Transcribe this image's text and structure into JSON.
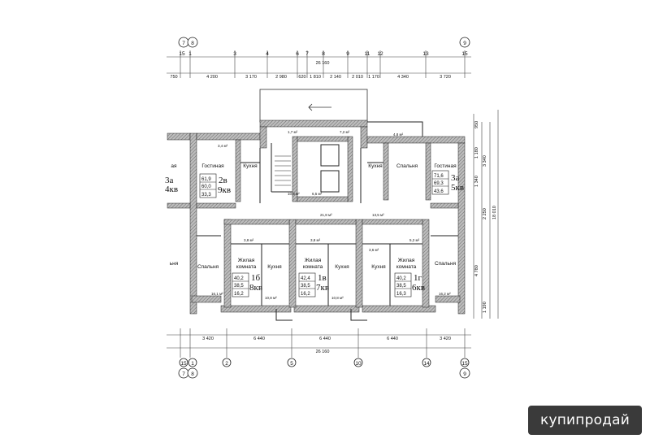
{
  "dims_top_overall": "26 160",
  "dims_top_row": [
    "750",
    "4 200",
    "3 170",
    "2 980",
    "620",
    "1 810",
    "2 140",
    "2 010",
    "1 170",
    "4 340",
    "3 720"
  ],
  "dims_bottom_row": [
    "3 420",
    "6 440",
    "6 440",
    "6 440",
    "3 420"
  ],
  "dims_bottom_overall": "26 160",
  "dims_right": [
    "950",
    "1 180",
    "1 340",
    "2 250",
    "3 340",
    "4 780",
    "1 190",
    "18 010"
  ],
  "axes_top": [
    "15",
    "1",
    "3",
    "4",
    "6",
    "7",
    "8",
    "9",
    "11",
    "12",
    "13",
    "15"
  ],
  "axes_bottom": [
    "15",
    "1",
    "2",
    "5",
    "10",
    "14",
    "15"
  ],
  "axes_corner": [
    "7",
    "8",
    "9"
  ],
  "rooms": {
    "living_2v": "Гостиная",
    "kitchen_2v": "Кухня",
    "kitchen_3a": "Кухня",
    "bedroom_3a": "Спальня",
    "living_3a": "Гостиная",
    "bedroom_left": "Спальня",
    "bedroom_right": "Спальня",
    "kitchen_1b": "Кухня",
    "kitchen_1v": "Кухня",
    "kitchen_1g": "Кухня",
    "living_1b_1": "Жилая",
    "living_1b_2": "комната",
    "living_1v_1": "Жилая",
    "living_1v_2": "комната",
    "living_1g_1": "Жилая",
    "living_1g_2": "комната",
    "left_cut_living": "ая",
    "left_cut_bedroom": "ьня",
    "left_cut_apt": "3а",
    "left_cut_num": "4кв"
  },
  "apartments": {
    "a2v": {
      "type": "2в",
      "num": "9кв",
      "areas": [
        "61,9",
        "60,0",
        "33,3"
      ]
    },
    "a3a": {
      "type": "3а",
      "num": "5кв",
      "areas": [
        "71,6",
        "69,3",
        "43,6"
      ]
    },
    "a1b": {
      "type": "1б",
      "num": "8кв",
      "areas": [
        "40,2",
        "38,5",
        "16,2"
      ]
    },
    "a1v": {
      "type": "1в",
      "num": "7кв",
      "areas": [
        "42,4",
        "38,5",
        "16,2"
      ]
    },
    "a1g": {
      "type": "1г",
      "num": "6кв",
      "areas": [
        "40,2",
        "38,5",
        "16,3"
      ]
    }
  },
  "small_areas": [
    "3,4 м²",
    "1,7 м²",
    "7,2 м²",
    "4,8 м²",
    "10,8 м²",
    "6,5 м²",
    "21,8 м²",
    "13,5 м²",
    "3,8 м²",
    "3,8 м²",
    "5,2 м²",
    "3,6 м²",
    "16,1 м²",
    "16,2 м²",
    "10,8 м²",
    "10,8 м²"
  ],
  "watermark": "купипродай"
}
